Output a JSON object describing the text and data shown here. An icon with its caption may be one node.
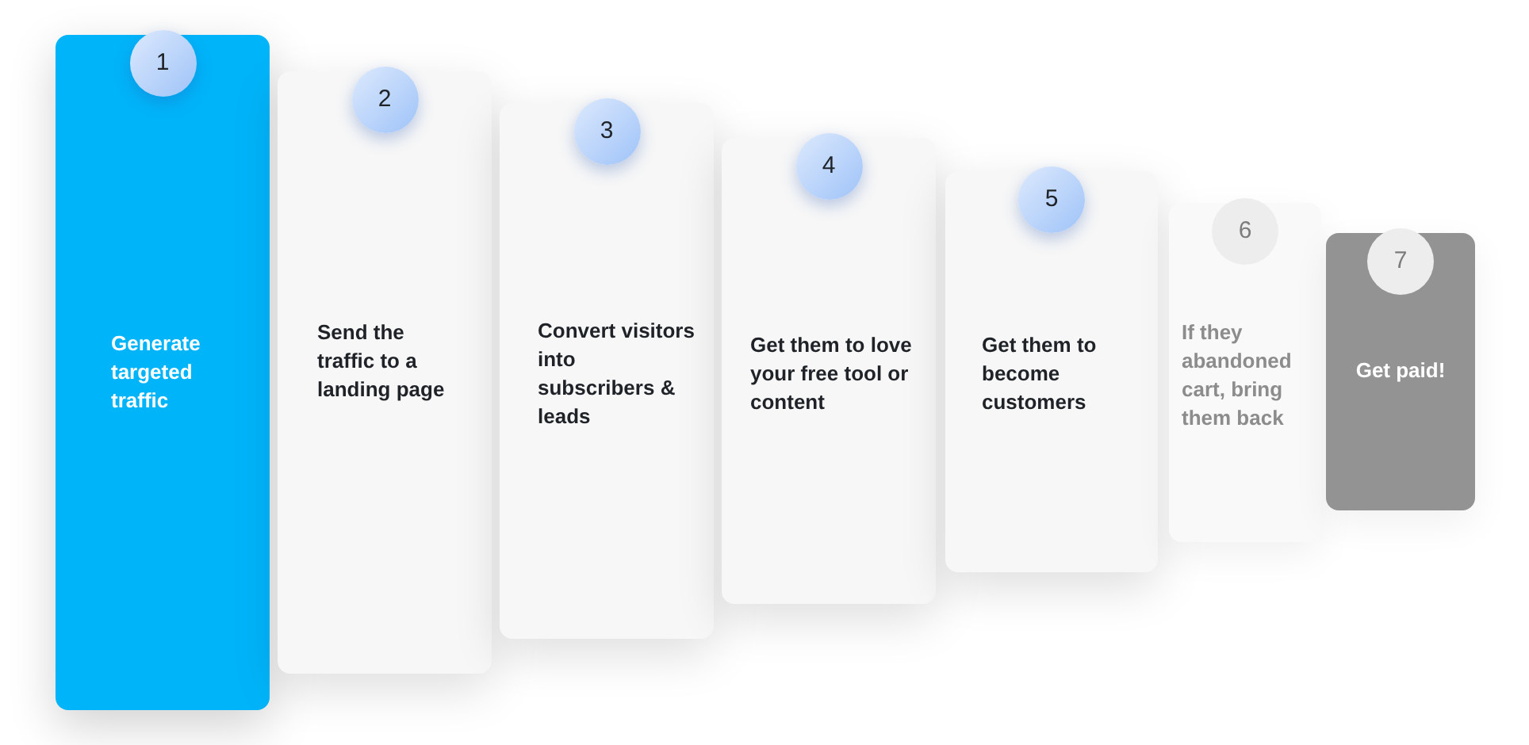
{
  "diagram": {
    "nodes": [
      {
        "text": [
          "Generate targeted traffic"
        ]
      },
      {
        "text": [
          "1"
        ],
        "in": 0
      },
      {
        "text": [
          "Send the traffic to a landing page"
        ]
      },
      {
        "text": [
          "2"
        ],
        "in": 2
      },
      {
        "text": [
          "Convert visitors into subscribers & leads"
        ]
      },
      {
        "text": [
          "3"
        ],
        "in": 4
      },
      {
        "text": [
          "Get them to love your free tool or content"
        ]
      },
      {
        "text": [
          "4"
        ],
        "in": 6
      },
      {
        "text": [
          "Get them to become customers"
        ]
      },
      {
        "text": [
          "5"
        ],
        "in": 8
      },
      {
        "text": [
          "If they abandoned cart, bring them back"
        ]
      },
      {
        "text": [
          "6"
        ],
        "in": 10
      },
      {
        "text": [
          "Get paid!"
        ]
      },
      {
        "text": [
          "7"
        ],
        "in": 12
      }
    ]
  }
}
